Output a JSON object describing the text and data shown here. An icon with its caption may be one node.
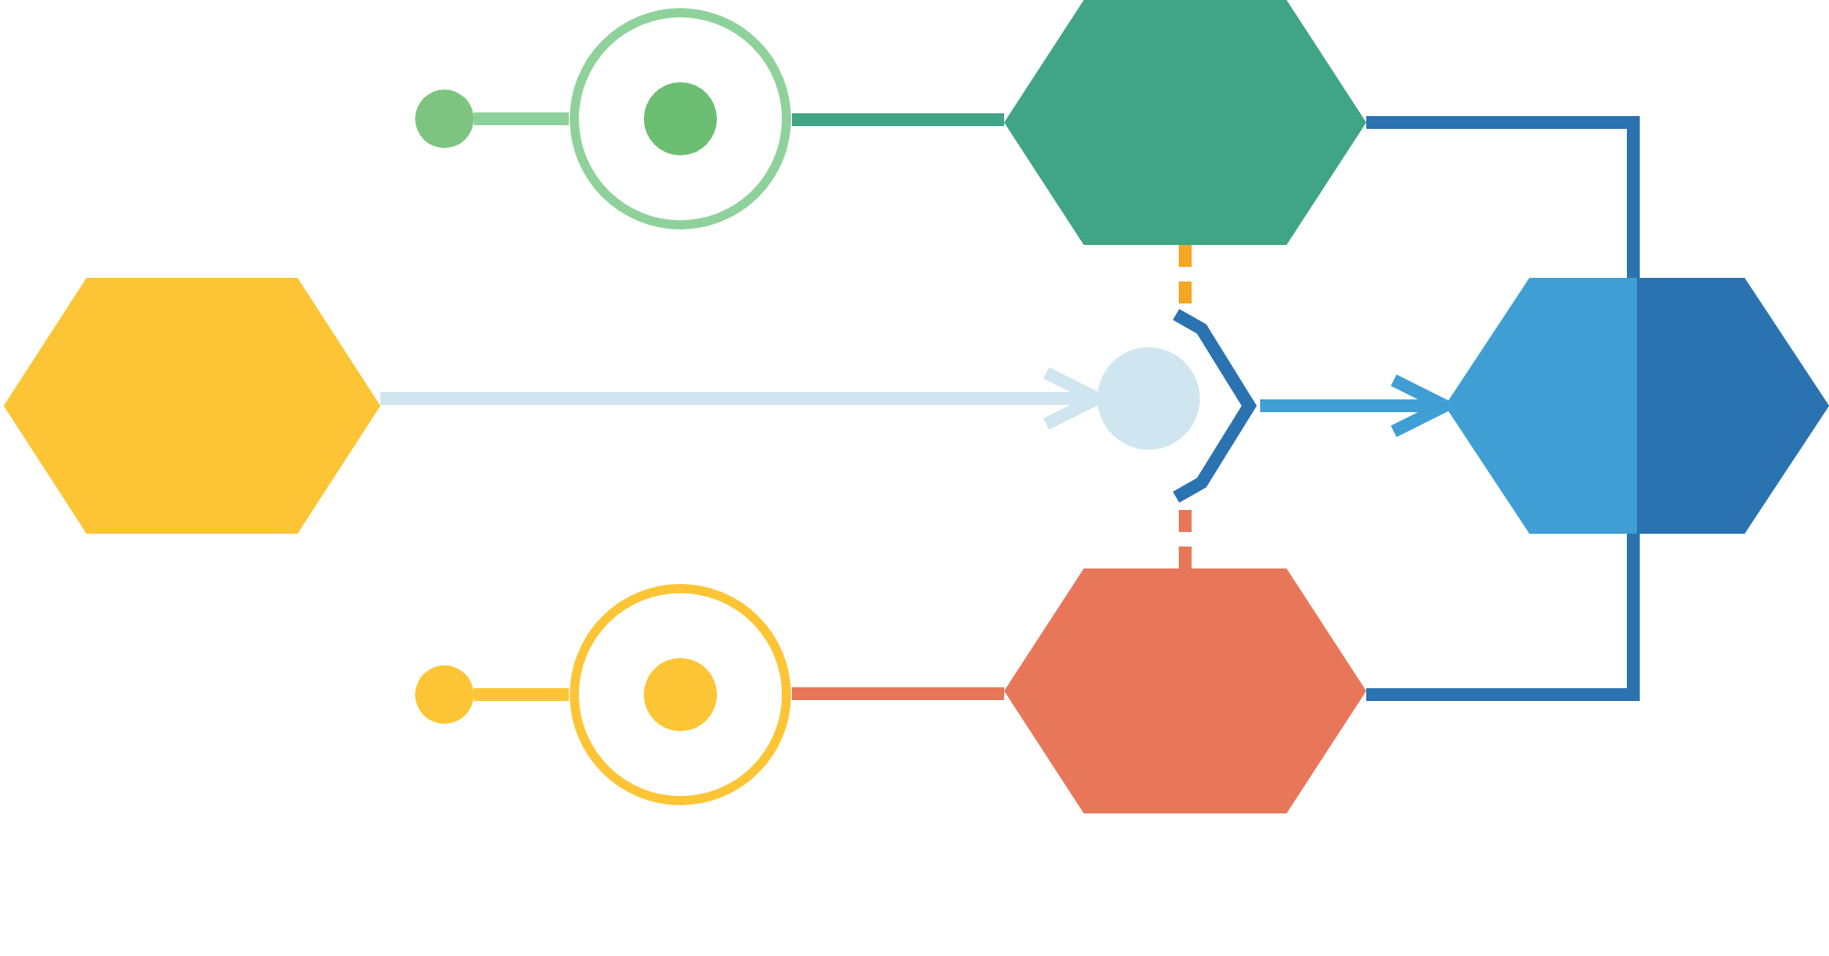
{
  "diagram": {
    "nodes": [
      {
        "text": [],
        "shape": "hexagon"
      },
      {
        "text": [],
        "shape": "circle"
      },
      {
        "text": [],
        "shape": "circle"
      },
      {
        "text": [],
        "shape": "hexagon"
      },
      {
        "text": [],
        "shape": "circle"
      },
      {
        "text": [],
        "shape": "circle"
      },
      {
        "text": [],
        "shape": "hexagon"
      },
      {
        "text": [],
        "shape": "circle"
      },
      {
        "text": [],
        "shape": "chevron"
      },
      {
        "text": [],
        "shape": "hexagon"
      }
    ],
    "edges": [
      {
        "from": 1,
        "to": 2,
        "arrow": "none",
        "color": "#8fd19a"
      },
      {
        "from": 2,
        "to": 3,
        "arrow": "none",
        "color": "#3fa584"
      },
      {
        "from": 4,
        "to": 5,
        "arrow": "none",
        "color": "#fdc535"
      },
      {
        "from": 5,
        "to": 6,
        "arrow": "none",
        "color": "#e8775a"
      },
      {
        "from": 0,
        "to": 7,
        "arrow": "to",
        "color": "#cfe6f0"
      },
      {
        "from": 3,
        "to": 8,
        "arrow": "none",
        "style": "dashed",
        "color": "#f5a623"
      },
      {
        "from": 6,
        "to": 8,
        "arrow": "none",
        "style": "dashed",
        "color": "#e8775a"
      },
      {
        "from": 8,
        "to": 9,
        "arrow": "to",
        "color": "#3f9fd4"
      },
      {
        "from": 3,
        "to": 9,
        "arrow": "none",
        "color": "#2a72b0"
      },
      {
        "from": 6,
        "to": 9,
        "arrow": "none",
        "color": "#2a72b0"
      }
    ]
  }
}
